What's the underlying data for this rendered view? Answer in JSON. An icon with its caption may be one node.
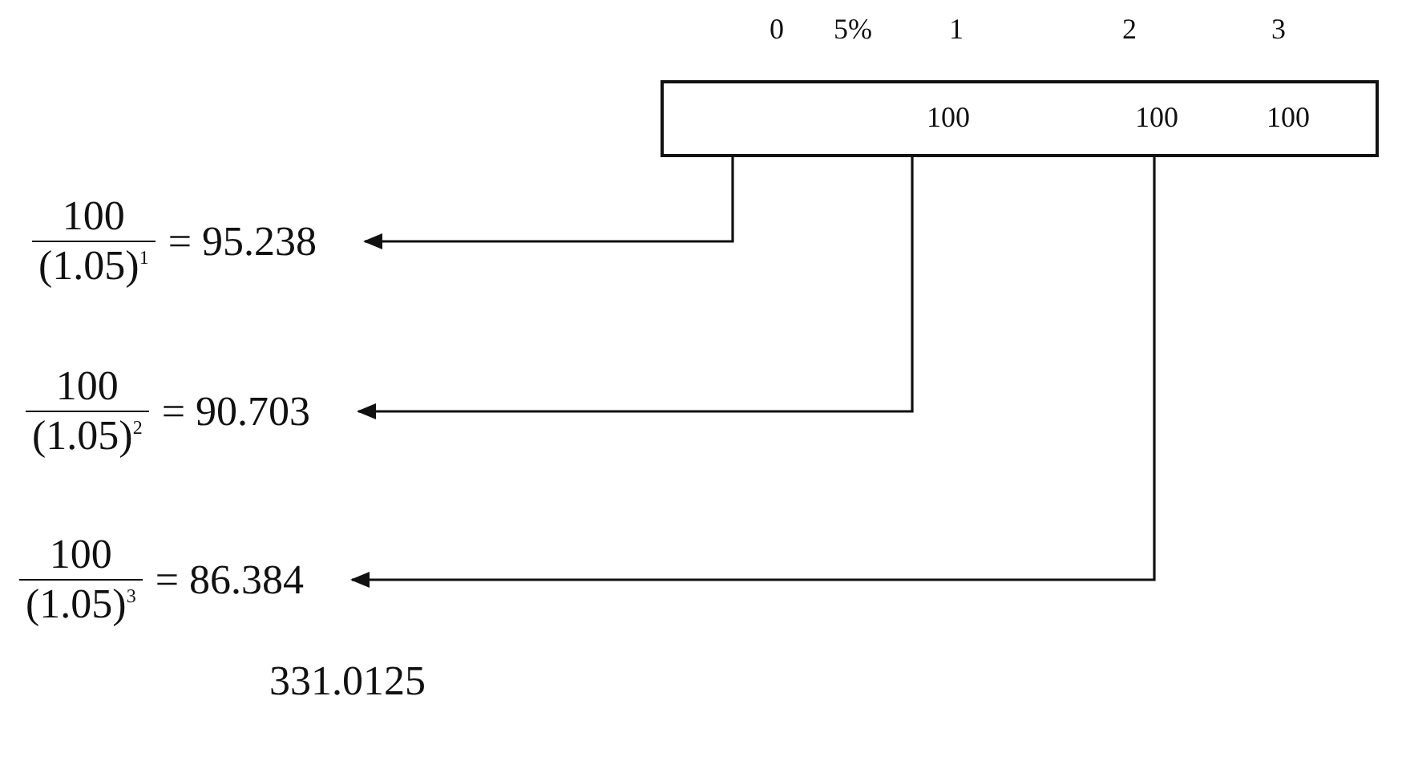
{
  "diagram": {
    "nodes": [
      {
        "text": [
          "100",
          "100",
          "100"
        ]
      },
      {
        "text": [
          "100",
          "(1.05)$^{1}$",
          "= 95.238"
        ]
      },
      {
        "text": [
          "100",
          "(1.05)$^{2}$",
          "= 90.703"
        ]
      },
      {
        "text": [
          "100",
          "(1.05)$^{3}$",
          "= 86.384"
        ]
      }
    ],
    "edges": [
      {
        "from": 0,
        "to": 1,
        "arrow": "to"
      },
      {
        "from": 0,
        "to": 2,
        "arrow": "to"
      },
      {
        "from": 0,
        "to": 3,
        "arrow": "to"
      }
    ],
    "labels": [
      "0",
      "5%",
      "1",
      "2",
      "3",
      "331.0125"
    ]
  }
}
